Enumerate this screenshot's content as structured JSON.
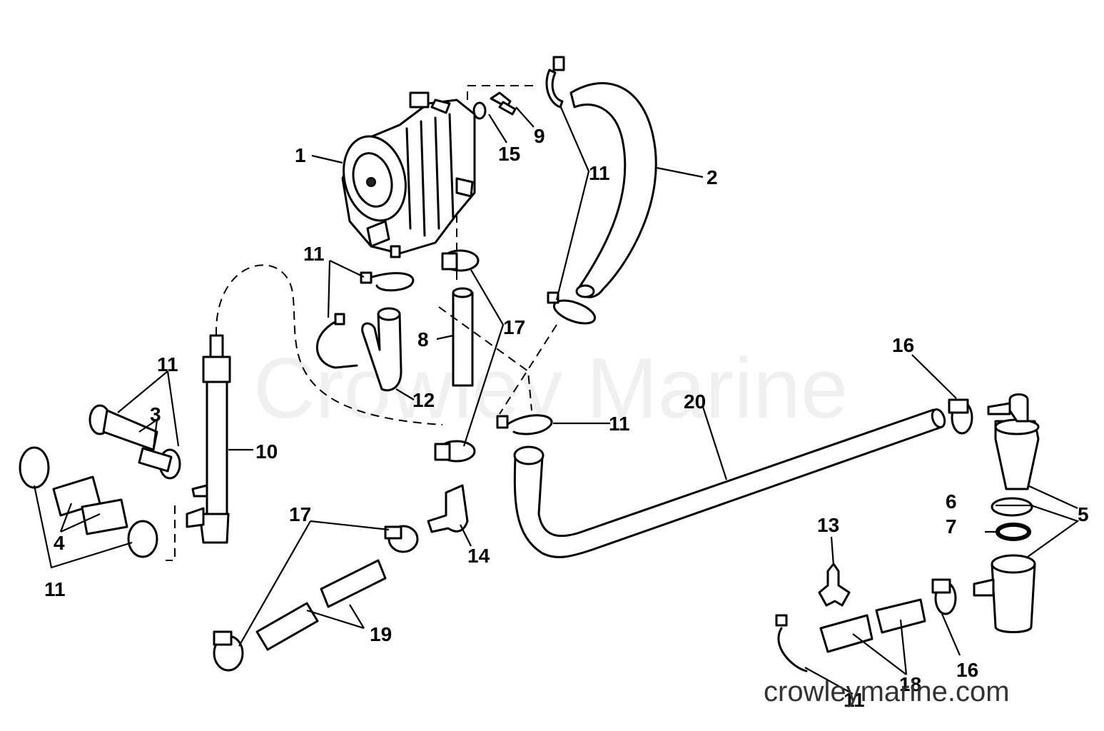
{
  "watermark": "Crowley Marine",
  "site": "crowleymarine.com",
  "callouts": [
    {
      "id": "c1",
      "label": "1"
    },
    {
      "id": "c2",
      "label": "2"
    },
    {
      "id": "c3",
      "label": "3"
    },
    {
      "id": "c4",
      "label": "4"
    },
    {
      "id": "c5",
      "label": "5"
    },
    {
      "id": "c6",
      "label": "6"
    },
    {
      "id": "c7",
      "label": "7"
    },
    {
      "id": "c8",
      "label": "8"
    },
    {
      "id": "c9",
      "label": "9"
    },
    {
      "id": "c10",
      "label": "10"
    },
    {
      "id": "c11a",
      "label": "11"
    },
    {
      "id": "c11b",
      "label": "11"
    },
    {
      "id": "c11c",
      "label": "11"
    },
    {
      "id": "c11d",
      "label": "11"
    },
    {
      "id": "c11e",
      "label": "11"
    },
    {
      "id": "c11f",
      "label": "11"
    },
    {
      "id": "c12",
      "label": "12"
    },
    {
      "id": "c13",
      "label": "13"
    },
    {
      "id": "c14",
      "label": "14"
    },
    {
      "id": "c15",
      "label": "15"
    },
    {
      "id": "c16a",
      "label": "16"
    },
    {
      "id": "c16b",
      "label": "16"
    },
    {
      "id": "c17a",
      "label": "17"
    },
    {
      "id": "c17b",
      "label": "17"
    },
    {
      "id": "c18",
      "label": "18"
    },
    {
      "id": "c19",
      "label": "19"
    },
    {
      "id": "c20",
      "label": "20"
    }
  ]
}
